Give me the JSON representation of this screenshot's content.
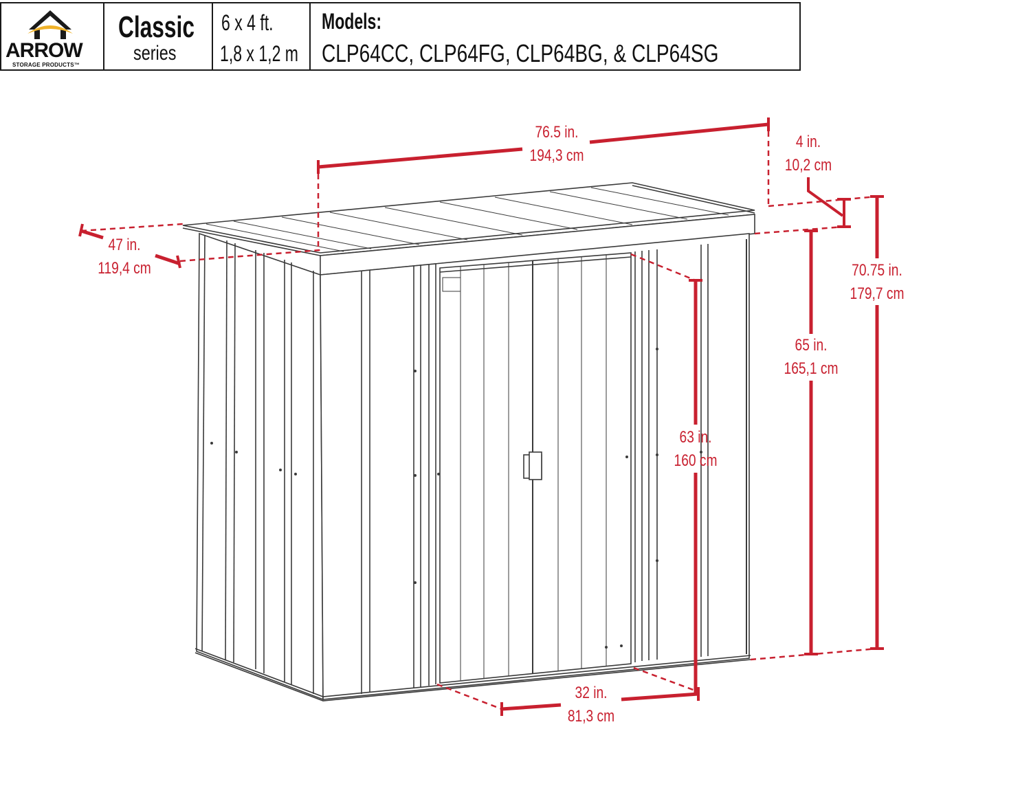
{
  "header": {
    "logo": {
      "brand": "ARROW",
      "tagline": "STORAGE PRODUCTS™",
      "roof_colors": {
        "roof": "#1a1a1a",
        "arc": "#f0b229"
      }
    },
    "series": {
      "name": "Classic",
      "sub": "series"
    },
    "size": {
      "imperial": "6 x 4 ft.",
      "metric": "1,8 x 1,2 m"
    },
    "models": {
      "label": "Models:",
      "list": "CLP64CC,  CLP64FG, CLP64BG, & CLP64SG"
    }
  },
  "dimensions": {
    "width": {
      "imperial": "76.5 in.",
      "metric": "194,3 cm"
    },
    "overhang": {
      "imperial": "4 in.",
      "metric": "10,2 cm"
    },
    "depth": {
      "imperial": "47 in.",
      "metric": "119,4 cm"
    },
    "total_height": {
      "imperial": "70.75 in.",
      "metric": "179,7 cm"
    },
    "wall_height": {
      "imperial": "65 in.",
      "metric": "165,1 cm"
    },
    "door_height": {
      "imperial": "63 in.",
      "metric": "160 cm"
    },
    "door_width": {
      "imperial": "32 in.",
      "metric": "81,3 cm"
    }
  },
  "colors": {
    "dimension_red": "#c8202f",
    "line_art": "#3a3a3a",
    "border": "#1a1a1a"
  }
}
